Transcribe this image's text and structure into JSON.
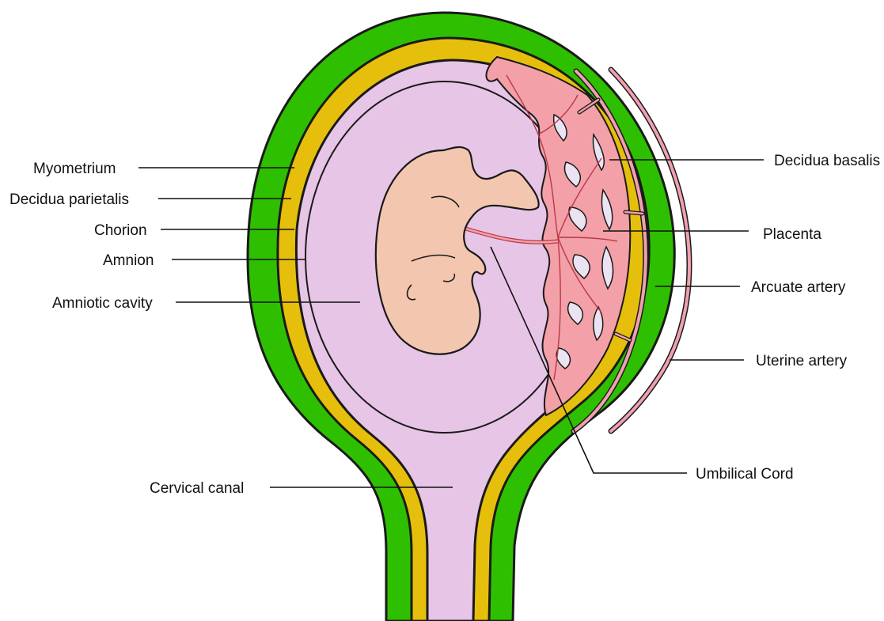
{
  "labels": {
    "myometrium": "Myometrium",
    "decidua_parietalis": "Decidua parietalis",
    "chorion": "Chorion",
    "amnion": "Amnion",
    "amniotic_cavity": "Amniotic cavity",
    "cervical_canal": "Cervical canal",
    "decidua_basalis": "Decidua basalis",
    "placenta": "Placenta",
    "arcuate_artery": "Arcuate artery",
    "uterine_artery": "Uterine artery",
    "umbilical_cord": "Umbilical Cord"
  },
  "colors": {
    "myometrium": "#2ec000",
    "decidua": "#e6bf0c",
    "amniotic_fluid": "#e6c5e6",
    "placenta": "#f4a0a8",
    "embryo": "#f3c6b0",
    "artery": "#f0a0b0"
  }
}
